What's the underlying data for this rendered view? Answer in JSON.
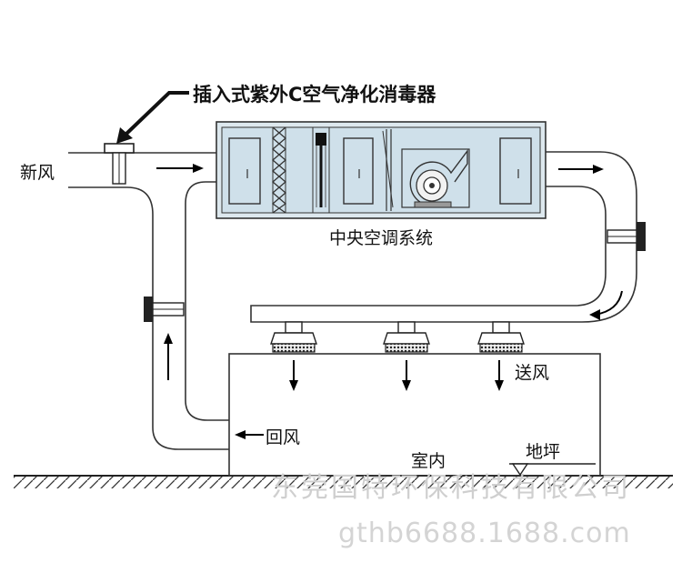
{
  "labels": {
    "device_title": "插入式紫外C空气净化消毒器",
    "fresh_air": "新风",
    "central_ac": "中央空调系统",
    "supply_air": "送风",
    "return_air": "回风",
    "indoor": "室内",
    "floor": "地坪"
  },
  "watermark": {
    "company": "东莞国特环保科技有限公司",
    "site": "gthb6688.1688.com"
  },
  "colors": {
    "ahu_fill": "#cfe0ea",
    "line": "#333333",
    "arrow": "#000000"
  }
}
